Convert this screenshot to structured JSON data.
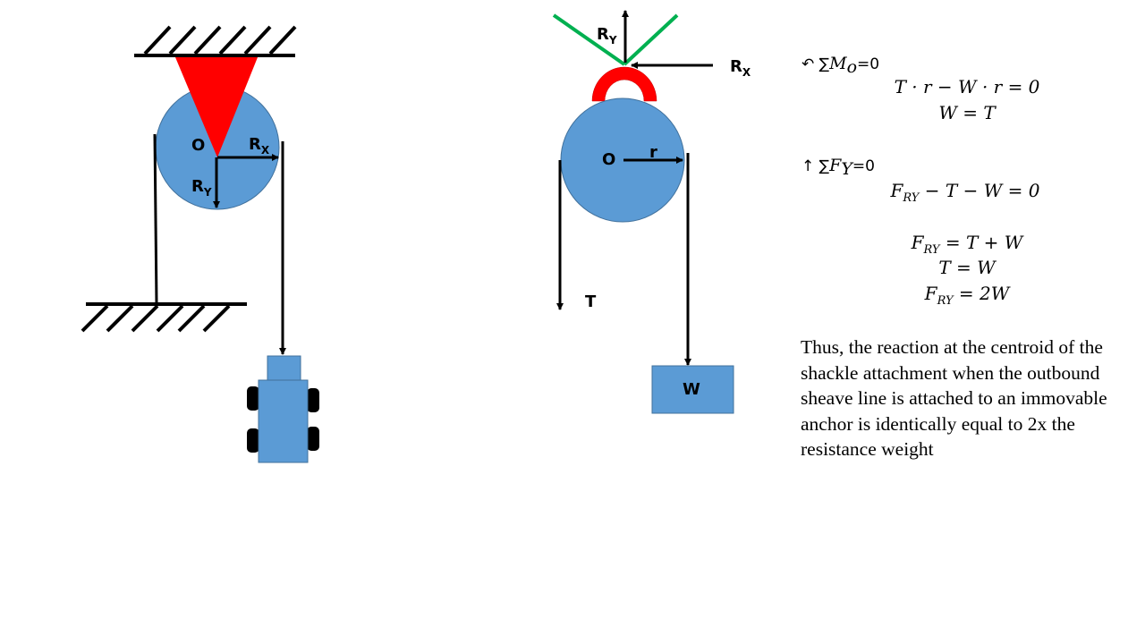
{
  "left_diagram": {
    "center_label": "O",
    "rx_label": "R",
    "rx_sub": "X",
    "ry_label": "R",
    "ry_sub": "Y"
  },
  "right_diagram": {
    "center_label": "O",
    "radius_label": "r",
    "ry_label": "R",
    "ry_sub": "Y",
    "rx_label": "R",
    "rx_sub": "X",
    "tension_label": "T",
    "weight_label": "W"
  },
  "equations": {
    "moment_arrow": "↶",
    "moment_sum": "∑",
    "moment_var": "M",
    "moment_sub": "o",
    "moment_eq": "=0",
    "moment_line1": "T · r − W · r = 0",
    "moment_line2": "W = T",
    "force_arrow": "↑",
    "force_sum": "∑",
    "force_var": "F",
    "force_sub": "Y",
    "force_eq": "=0",
    "f_line1_a": "F",
    "f_line1_sub": "RY",
    "f_line1_b": " − T − W = 0",
    "f_line2_a": "F",
    "f_line2_sub": "RY",
    "f_line2_b": " = T + W",
    "f_line3": "T = W",
    "f_line4_a": "F",
    "f_line4_sub": "RY",
    "f_line4_b": " = 2W"
  },
  "conclusion": "Thus, the reaction at the centroid of the shackle attachment when the outbound sheave line is attached to an immovable anchor is identically equal to 2x the resistance weight",
  "colors": {
    "sheave_blue": "#5b9bd5",
    "sheave_stroke": "#41719c",
    "bracket_red": "#ff0000",
    "sling_green": "#00b050"
  }
}
